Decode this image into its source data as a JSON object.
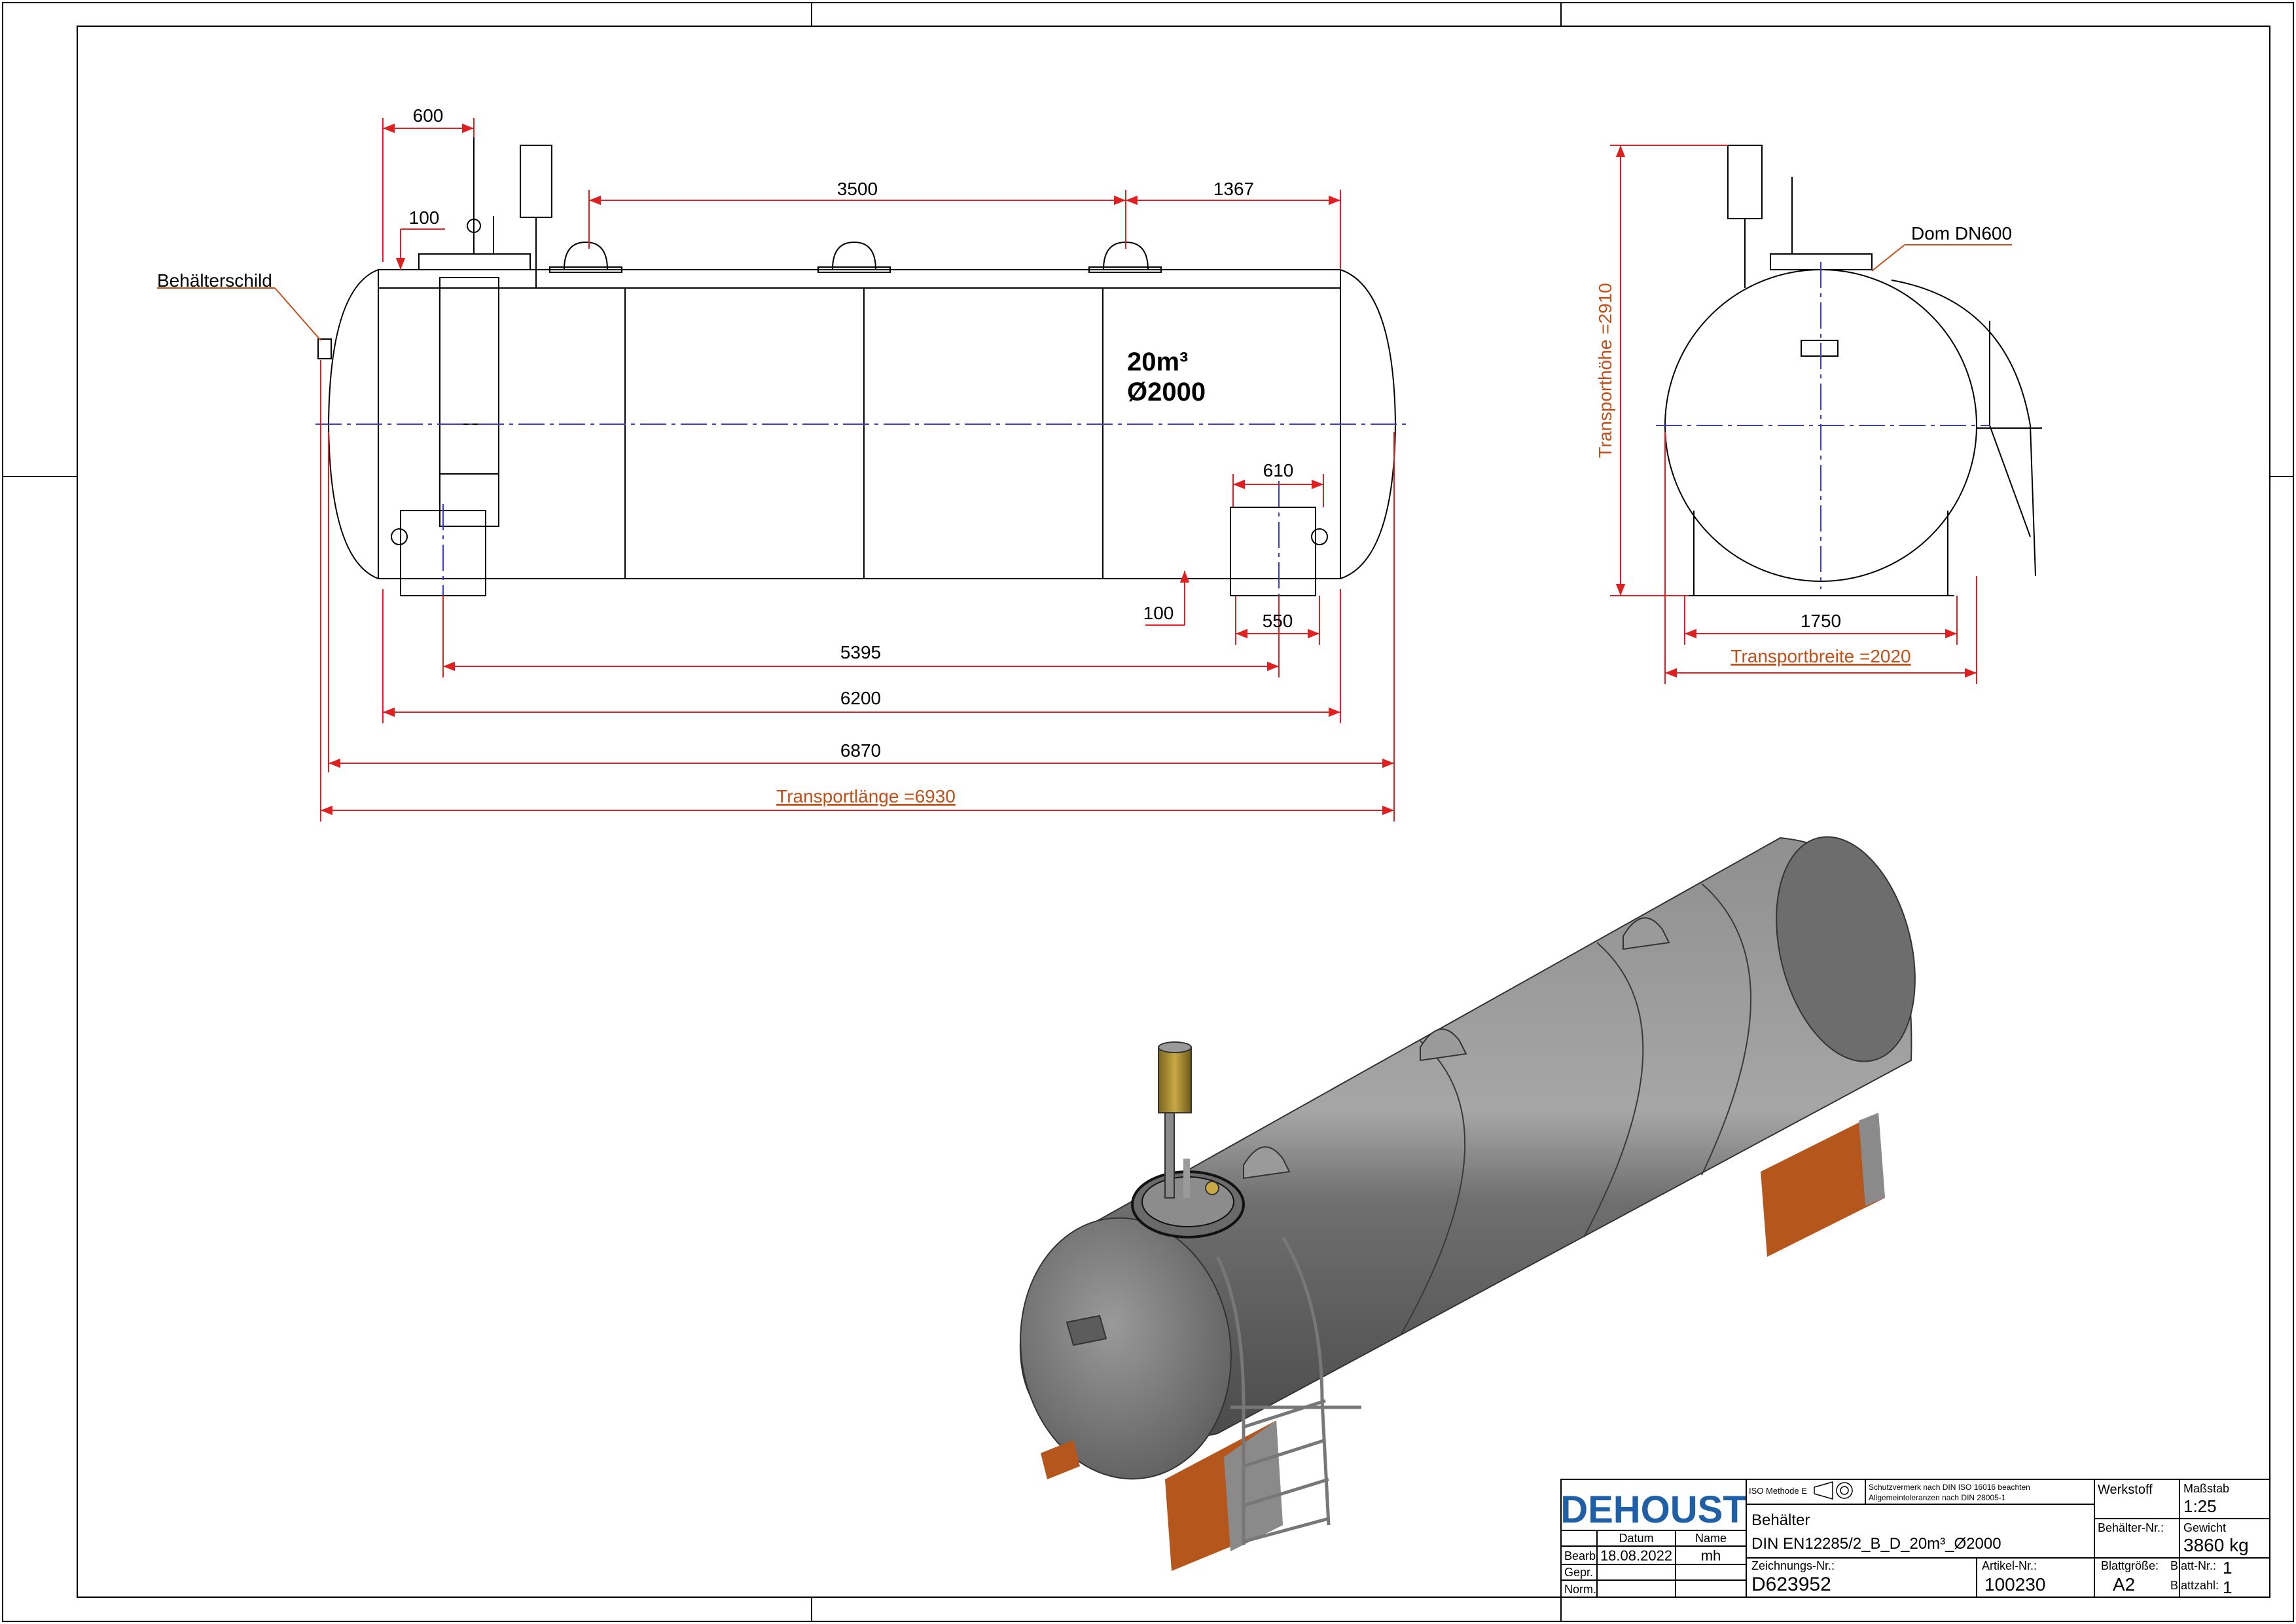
{
  "front_view": {
    "dimensions": {
      "d600": "600",
      "d100_top": "100",
      "d3500": "3500",
      "d1367": "1367",
      "d610": "610",
      "d100_bottom": "100",
      "d550": "550",
      "d5395": "5395",
      "d6200": "6200",
      "d6870": "6870",
      "transport_length": "Transportlänge =6930"
    },
    "label_plate": "Behälterschild",
    "volume": "20m³",
    "diameter": "Ø2000"
  },
  "side_view": {
    "transport_height": "Transporthöhe =2910",
    "dome": "Dom DN600",
    "d1750": "1750",
    "transport_width": "Transportbreite =2020"
  },
  "title_block": {
    "logo": "DEHOUST",
    "iso_method": "ISO Methode E",
    "protection_note_1": "Schutzvermerk nach DIN ISO 16016 beachten",
    "protection_note_2": "Allgemeintoleranzen nach DIN 28005-1",
    "werkstoff_label": "Werkstoff",
    "massstab_label": "Maßstab",
    "massstab_value": "1:25",
    "item": "Behälter",
    "designation": "DIN EN12285/2_B_D_20m³_Ø2000",
    "behaelter_nr_label": "Behälter-Nr.:",
    "gewicht_label": "Gewicht",
    "gewicht_value": "3860 kg",
    "datum_label": "Datum",
    "name_label": "Name",
    "bearb_label": "Bearb.",
    "bearb_date": "18.08.2022",
    "bearb_name": "mh",
    "gepr_label": "Gepr.",
    "norm_label": "Norm.",
    "zeichnungs_nr_label": "Zeichnungs-Nr.:",
    "zeichnungs_nr": "D623952",
    "artikel_nr_label": "Artikel-Nr.:",
    "artikel_nr": "100230",
    "blattgroesse_label": "Blattgröße:",
    "blattgroesse": "A2",
    "blatt_nr_label": "Blatt-Nr.:",
    "blatt_nr": "1",
    "blattzahl_label": "Blattzahl:",
    "blattzahl": "1"
  },
  "colors": {
    "dimension": "#e02020",
    "centerline": "#3b3bd6",
    "annotation": "#c0501a",
    "logo": "#1f5fa8",
    "saddle": "#b5561d",
    "tank": "#7d7d7d"
  }
}
